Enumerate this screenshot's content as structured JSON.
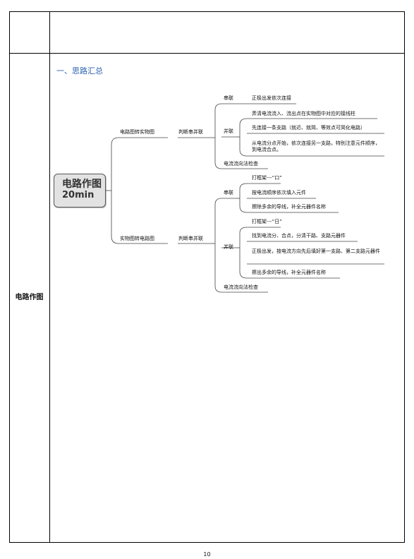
{
  "table": {
    "row_label": "电路作图"
  },
  "section_title": "一、思路汇总",
  "mindmap": {
    "root_line1": "电路作图",
    "root_line2": "20min",
    "branch1": {
      "label": "电路图转实物图",
      "judge": "判断串并联",
      "series": {
        "label": "串联",
        "steps": [
          "正极出发依次连接"
        ]
      },
      "parallel": {
        "label": "并联",
        "steps": [
          "弄清电流流入、流出点在实物图中对应的接线柱",
          "先连接一条支路（就近、就简、等效点可简化电路）",
          "从电流分点开始，依次连接另一支路，特别注意元件顺序，到电流合点。"
        ]
      },
      "check": "电流流向法检查"
    },
    "branch2": {
      "label": "实物图转电路图",
      "judge": "判断串并联",
      "series": {
        "label": "串联",
        "steps": [
          "打框架---“口”",
          "按电流顺序依次填入元件",
          "擦除多余的导线，补全元器件名称"
        ]
      },
      "parallel": {
        "label": "并联",
        "steps": [
          "打框架---“日”",
          "找到电流分、合点，分清干路、支路元器件",
          "正极出发，按电流方向先后填好第一支路、第二支路元器件",
          "擦出多余的导线，补全元器件名称"
        ]
      },
      "check": "电流流向法检查"
    }
  },
  "page_number": "10"
}
